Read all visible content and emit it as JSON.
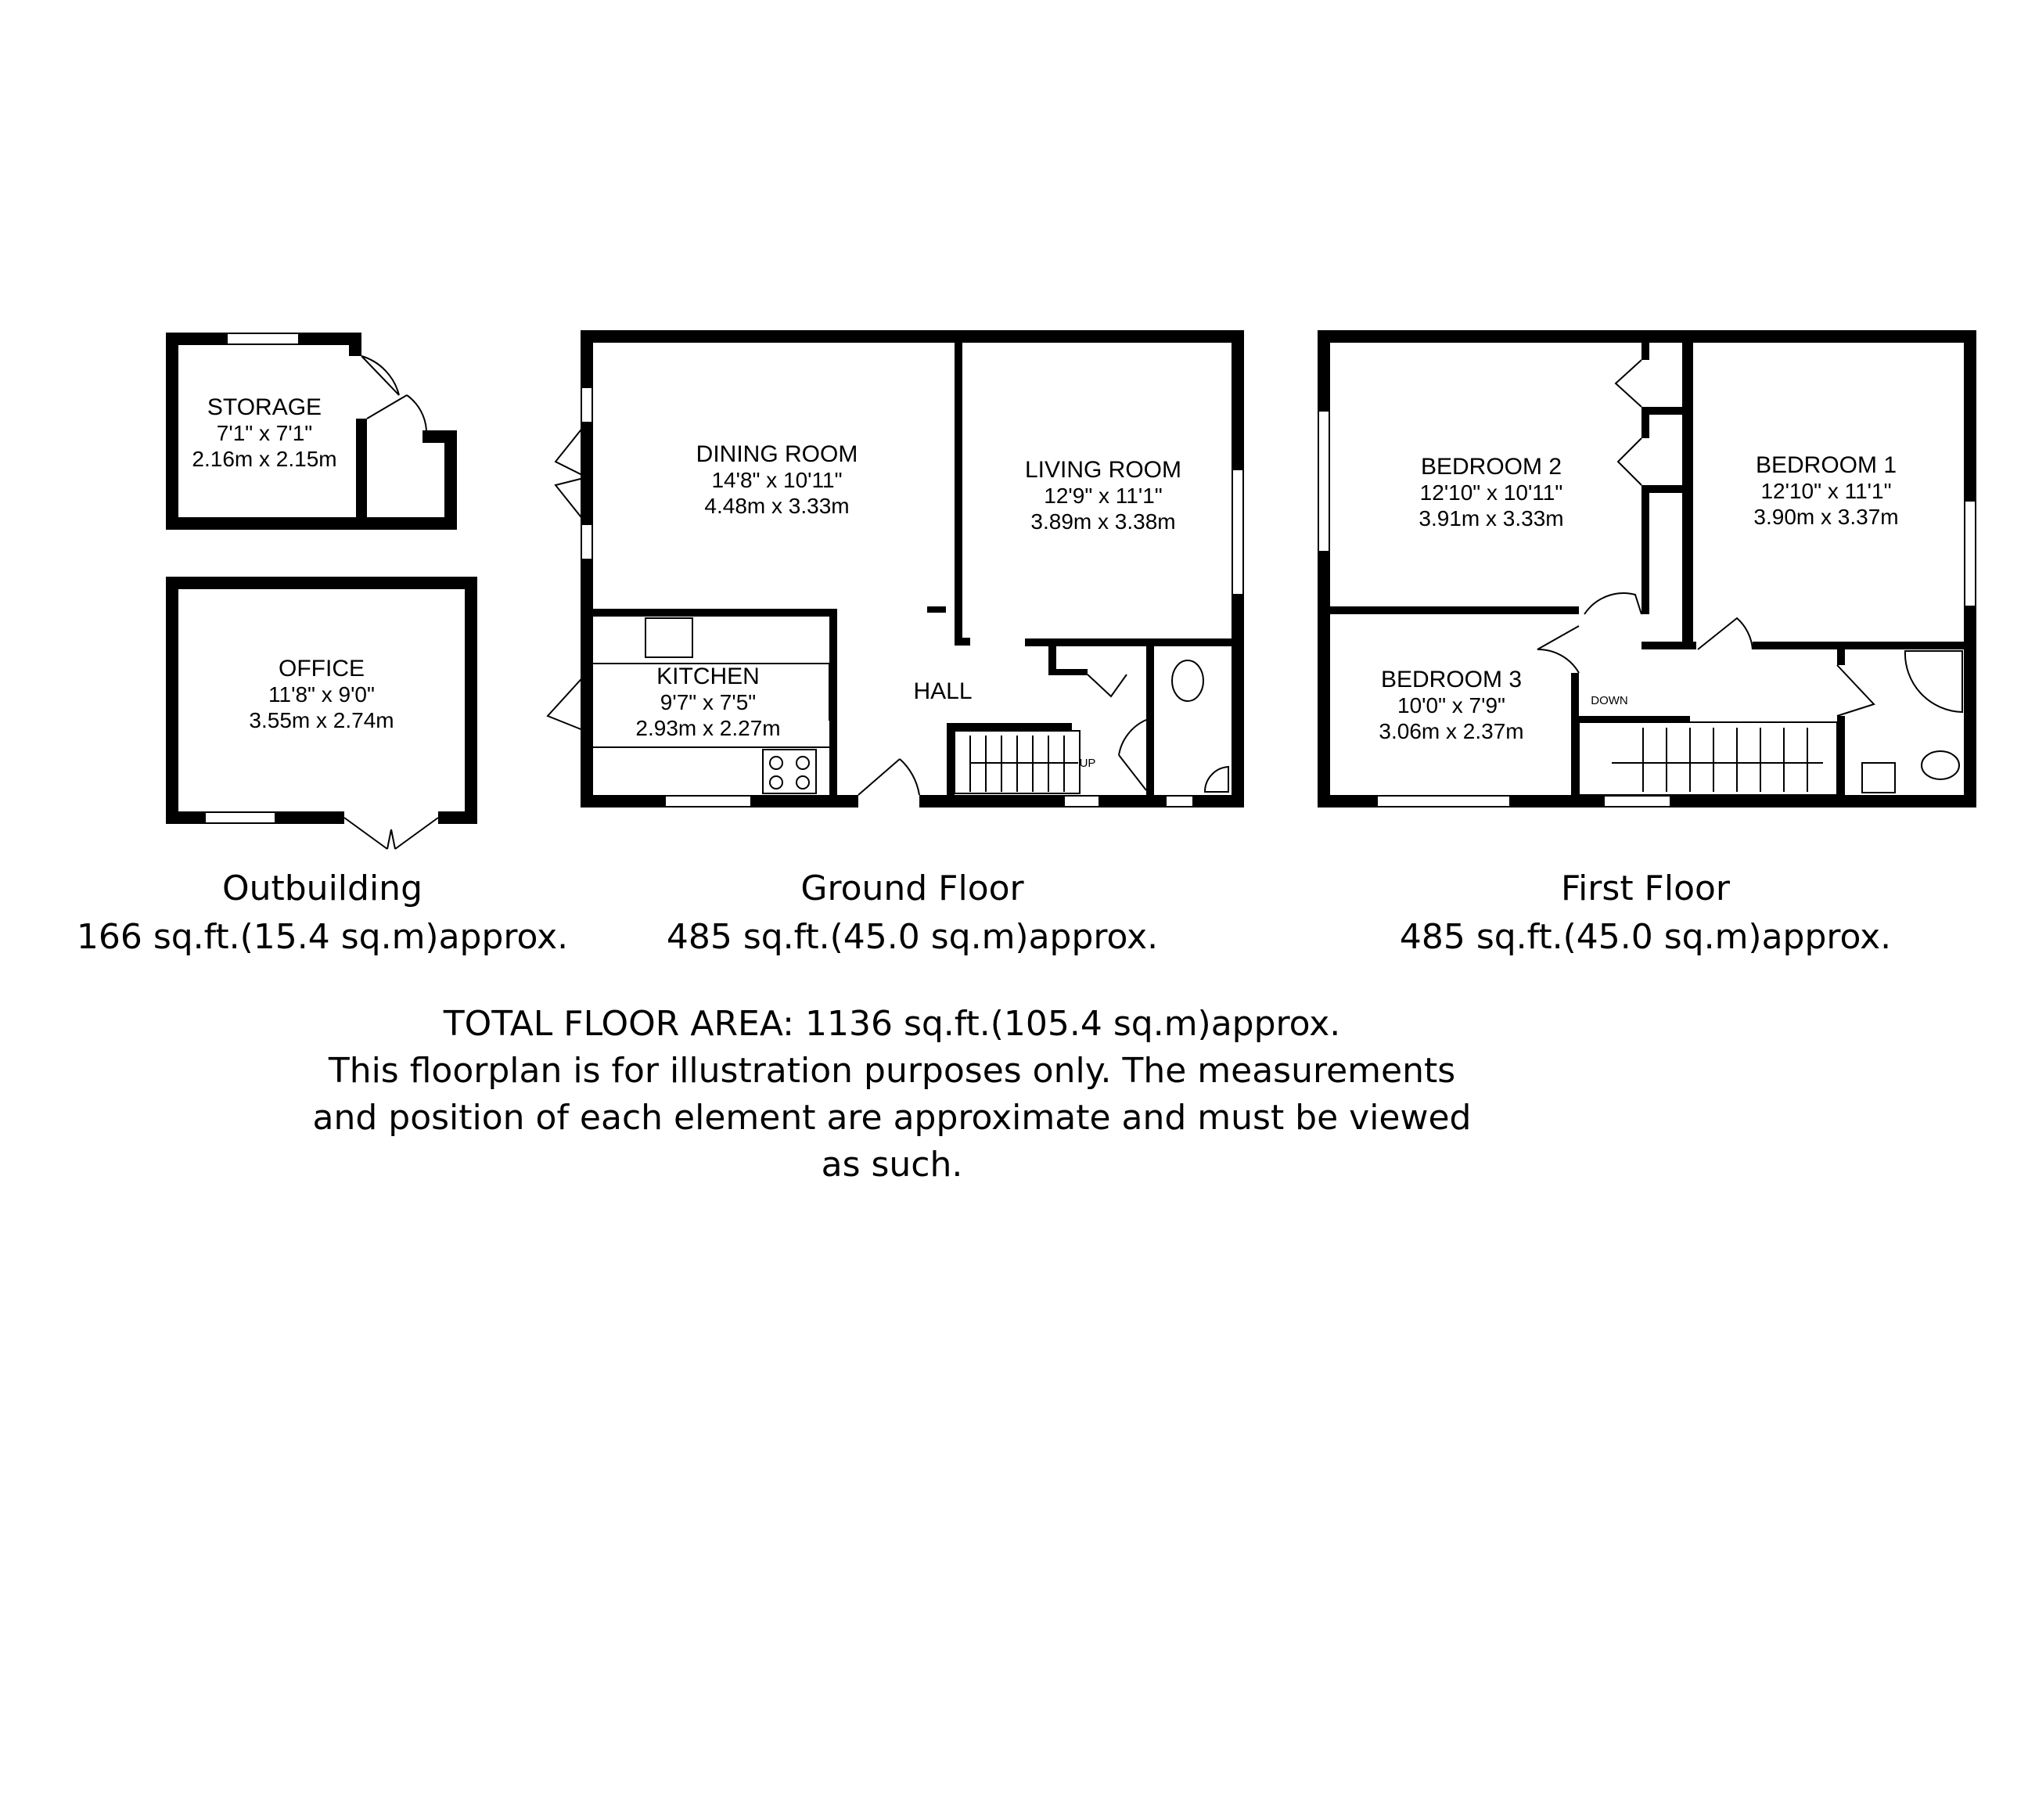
{
  "rooms": {
    "storage": {
      "name": "STORAGE",
      "dim_imperial": "7'1\" x 7'1\"",
      "dim_metric": "2.16m x 2.15m"
    },
    "office": {
      "name": "OFFICE",
      "dim_imperial": "11'8\" x 9'0\"",
      "dim_metric": "3.55m x 2.74m"
    },
    "dining_room": {
      "name": "DINING ROOM",
      "dim_imperial": "14'8\" x 10'11\"",
      "dim_metric": "4.48m x 3.33m"
    },
    "living_room": {
      "name": "LIVING ROOM",
      "dim_imperial": "12'9\" x 11'1\"",
      "dim_metric": "3.89m x 3.38m"
    },
    "kitchen": {
      "name": "KITCHEN",
      "dim_imperial": "9'7\" x 7'5\"",
      "dim_metric": "2.93m x 2.27m"
    },
    "hall": {
      "name": "HALL"
    },
    "bedroom_2": {
      "name": "BEDROOM 2",
      "dim_imperial": "12'10\" x 10'11\"",
      "dim_metric": "3.91m x 3.33m"
    },
    "bedroom_1": {
      "name": "BEDROOM 1",
      "dim_imperial": "12'10\" x 11'1\"",
      "dim_metric": "3.90m x 3.37m"
    },
    "bedroom_3": {
      "name": "BEDROOM 3",
      "dim_imperial": "10'0\" x 7'9\"",
      "dim_metric": "3.06m x 2.37m"
    }
  },
  "stairs": {
    "up_label": "UP",
    "down_label": "DOWN"
  },
  "floors": {
    "outbuilding": {
      "title": "Outbuilding",
      "area": "166 sq.ft.(15.4 sq.m)approx."
    },
    "ground": {
      "title": "Ground Floor",
      "area": "485 sq.ft.(45.0 sq.m)approx."
    },
    "first": {
      "title": "First Floor",
      "area": "485 sq.ft.(45.0 sq.m)approx."
    }
  },
  "footer": {
    "total": "TOTAL FLOOR AREA: 1136 sq.ft.(105.4 sq.m)approx.",
    "disclaimer_1": "This floorplan is for illustration purposes only. The measurements",
    "disclaimer_2": "and position of each element are approximate and must be viewed",
    "disclaimer_3": "as such."
  }
}
